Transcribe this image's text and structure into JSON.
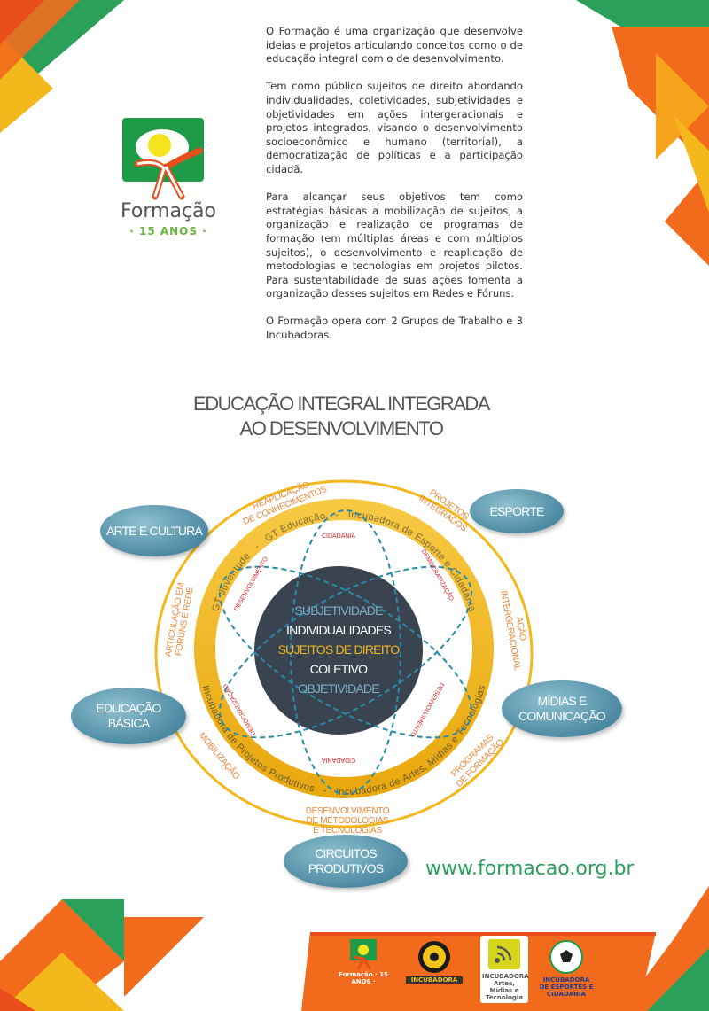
{
  "intro": {
    "paragraphs": [
      "O Formação é uma organização que desenvolve ideias e projetos articulando conceitos como o de educação integral com o de desenvolvimento.",
      "Tem como público sujeitos de direito abordando individualidades, coletividades, subjetividades e objetividades em ações intergeracionais e projetos integrados, visando o desenvolvimento socioeconômico e humano (territorial), a democratização de políticas e a participação cidadã.",
      "Para alcançar seus objetivos tem como estratégias básicas a mobilização de sujeitos, a organização e realização de programas de formação (em múltiplas áreas e com múltiplos sujeitos), o desenvolvimento e reaplicação de metodologias e tecnologias em projetos pilotos. Para sustentabilidade de suas ações fomenta a organização desses sujeitos em Redes e Fóruns.",
      "O Formação opera com 2 Grupos de Trabalho e 3 Incubadoras."
    ]
  },
  "logo": {
    "word": "Formação",
    "sub": "· 15 ANOS ·"
  },
  "diagram": {
    "title_line1": "EDUCAÇÃO INTEGRAL INTEGRADA",
    "title_line2": "AO DESENVOLVIMENTO",
    "core": [
      "SUBJETIVIDADE",
      "INDIVIDUALIDADES",
      "SUJEITOS DE DIREITO",
      "COLETIVO",
      "OBJETIVIDADE"
    ],
    "petals": [
      "CIDADANIA",
      "DEMOCRATIZAÇÃO",
      "DESENVOLVIMENTO",
      "CIDADANIA",
      "DEMOCRATIZAÇÃO",
      "DESENVOLVIMENTO"
    ],
    "ring_top": "GT Juventude   -   GT Educação   -   Incubadora de Esporte e Cidadania",
    "ring_bottom": "Incubadora de Projetos Produtivos   -   Incubadora de Artes, Mídias e Tecnologias",
    "strategies": {
      "reaplicacao": [
        "REAPLICAÇÃO",
        "DE CONHECIMENTOS"
      ],
      "projetos": [
        "PROJETOS",
        "INTEGRADOS"
      ],
      "acao": [
        "AÇÃO",
        "INTERGERACIONAL"
      ],
      "programas": [
        "PROGRAMAS",
        "DE FORMAÇÃO"
      ],
      "desenvolvimento": [
        "DESENVOLVIMENTO",
        "DE METODOLOGIAS",
        "E TECNOLOGIAS"
      ],
      "mobilizacao": [
        "MOBILIZAÇÃO"
      ],
      "articulacao": [
        "ARTICULAÇÃO EM",
        "FÓRUNS E REDE"
      ]
    },
    "areas": {
      "arte": "ARTE E CULTURA",
      "esporte": "ESPORTE",
      "educacao": [
        "EDUCAÇÃO",
        "BÁSICA"
      ],
      "midias": [
        "MÍDIAS E",
        "COMUNICAÇÃO"
      ],
      "circuitos": [
        "CIRCUITOS",
        "PRODUTIVOS"
      ]
    }
  },
  "url": "www.formacao.org.br",
  "footer": {
    "logos": [
      "Formação · 15 ANOS ·",
      "INCUBADORA",
      "INCUBADORA Artes, Mídias e Tecnologia",
      "INCUBADORA DE ESPORTES E CIDADANIA"
    ]
  },
  "colors": {
    "orange": "#f26b1d",
    "green": "#2aa05a",
    "yellow": "#f2b81c",
    "dark": "#3a4350",
    "teal": "#4d8aa3"
  }
}
